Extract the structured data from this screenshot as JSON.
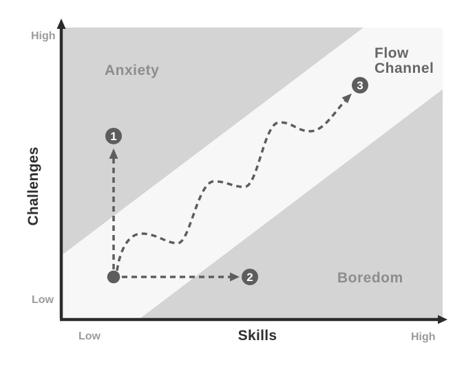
{
  "diagram": {
    "axis": {
      "x_label": "Skills",
      "y_label": "Challenges",
      "x_tick_low": "Low",
      "x_tick_high": "High",
      "y_tick_low": "Low",
      "y_tick_high": "High"
    },
    "regions": {
      "anxiety": "Anxiety",
      "boredom": "Boredom",
      "flow_line1": "Flow",
      "flow_line2": "Channel"
    },
    "markers": {
      "m1": "1",
      "m2": "2",
      "m3": "3"
    },
    "colors": {
      "region_gray": "#d4d4d4",
      "flow_band": "#f7f7f7",
      "axis_dark": "#2b2b2b",
      "path_gray": "#5d5d5d",
      "marker_fill": "#5d5d5d",
      "region_label_gray": "#8d8d8d",
      "flow_label_gray": "#666666",
      "tick_label_gray": "#9b9b9b",
      "page_background": "#ffffff"
    }
  }
}
